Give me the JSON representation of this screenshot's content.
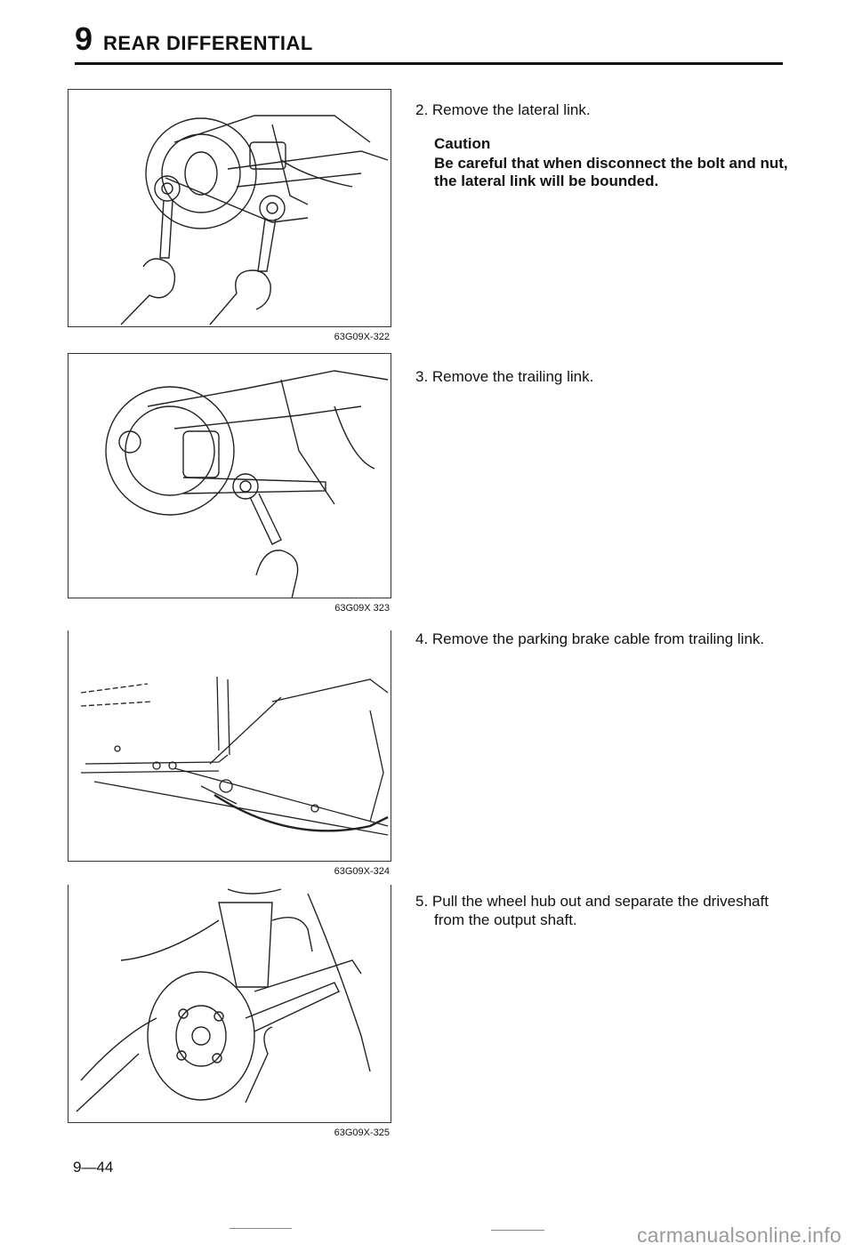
{
  "header": {
    "chapter_number": "9",
    "chapter_title": "REAR DIFFERENTIAL"
  },
  "figures": [
    {
      "code": "63G09X-322"
    },
    {
      "code": "63G09X 323"
    },
    {
      "code": "63G09X-324"
    },
    {
      "code": "63G09X-325"
    }
  ],
  "steps": [
    {
      "text": "2. Remove the lateral link."
    },
    {
      "text": "3. Remove the trailing link."
    },
    {
      "text": "4. Remove the parking brake cable from trailing link."
    },
    {
      "line1": "5. Pull the wheel hub out and separate the driveshaft",
      "line2": "from the output shaft."
    }
  ],
  "caution": {
    "title": "Caution",
    "text": "Be careful that when disconnect the bolt and nut, the lateral link will be bounded."
  },
  "footer": {
    "page_number": "9—44",
    "watermark": "carmanualsonline.info"
  }
}
